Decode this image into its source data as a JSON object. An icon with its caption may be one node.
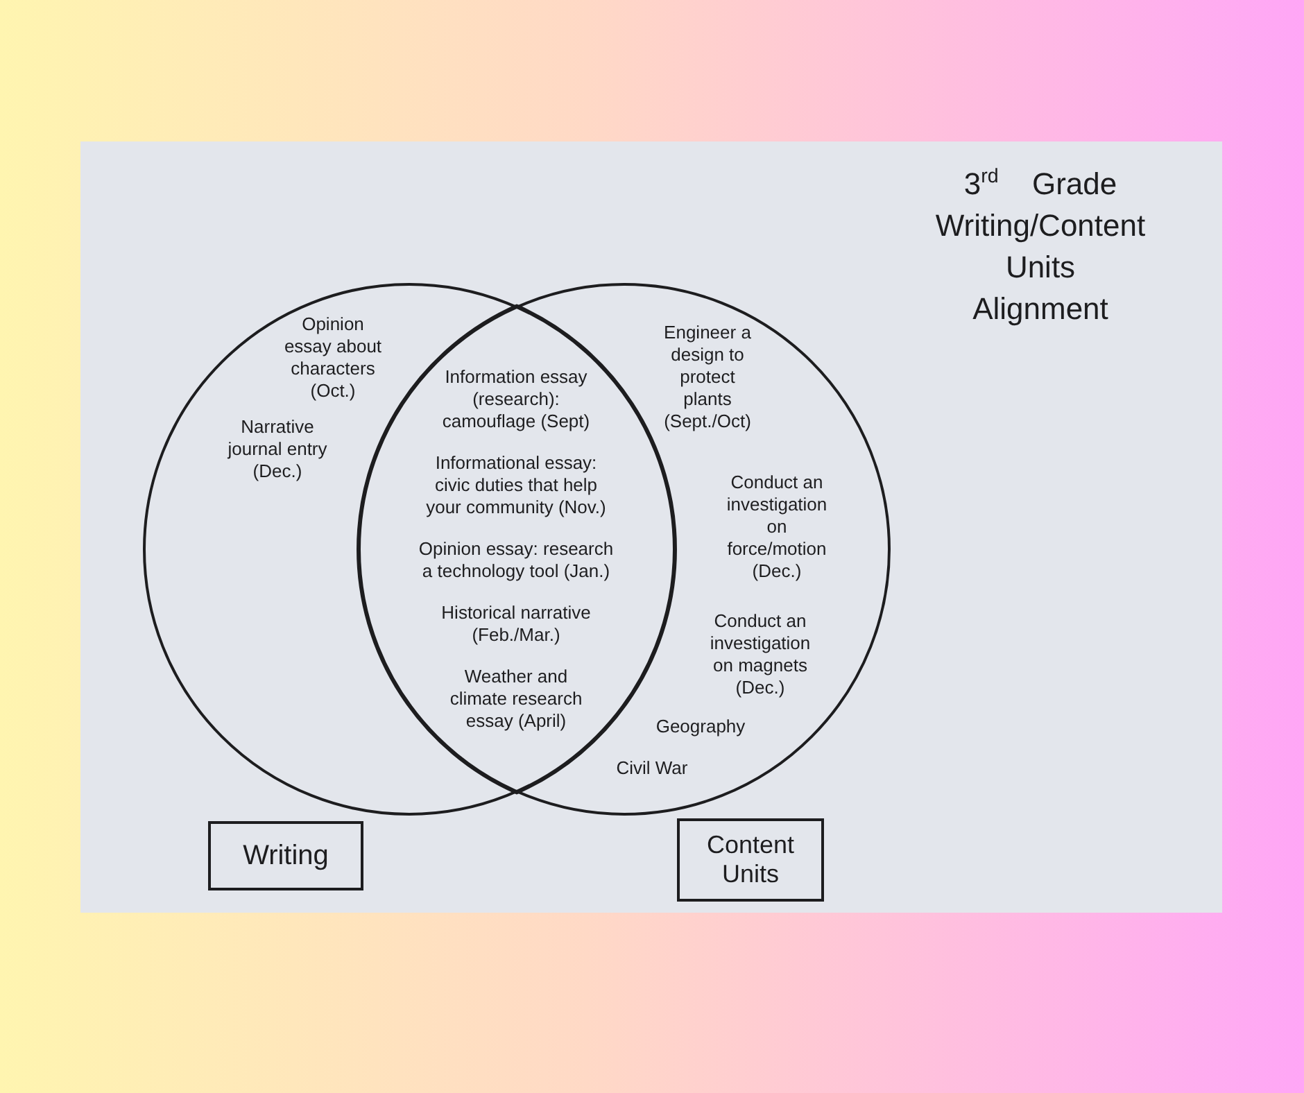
{
  "diagram": {
    "title": "3$^{rd}$ Grade Writing/Content Units Alignment",
    "nodes": [
      {
        "text": [
          "Opinion essay about characters (Oct.)",
          "Narrative journal entry (Dec.)"
        ]
      },
      {
        "text": [
          "Engineer a design to protect plants (Sept./Oct)",
          "Conduct an investigation on force/motion (Dec.)",
          "Conduct an investigation on magnets (Dec.)",
          "Geography",
          "Civil War"
        ]
      },
      {
        "text": [
          "Information essay (research): camouflage (Sept)",
          "Informational essay: civic duties that help your community (Nov.)",
          "Opinion essay: research a technology tool (Jan.)",
          "Historical narrative (Feb./Mar.)",
          "Weather and climate research essay (April)"
        ]
      },
      {
        "text": [
          "Writing"
        ]
      },
      {
        "text": [
          "Content Units"
        ]
      }
    ]
  }
}
